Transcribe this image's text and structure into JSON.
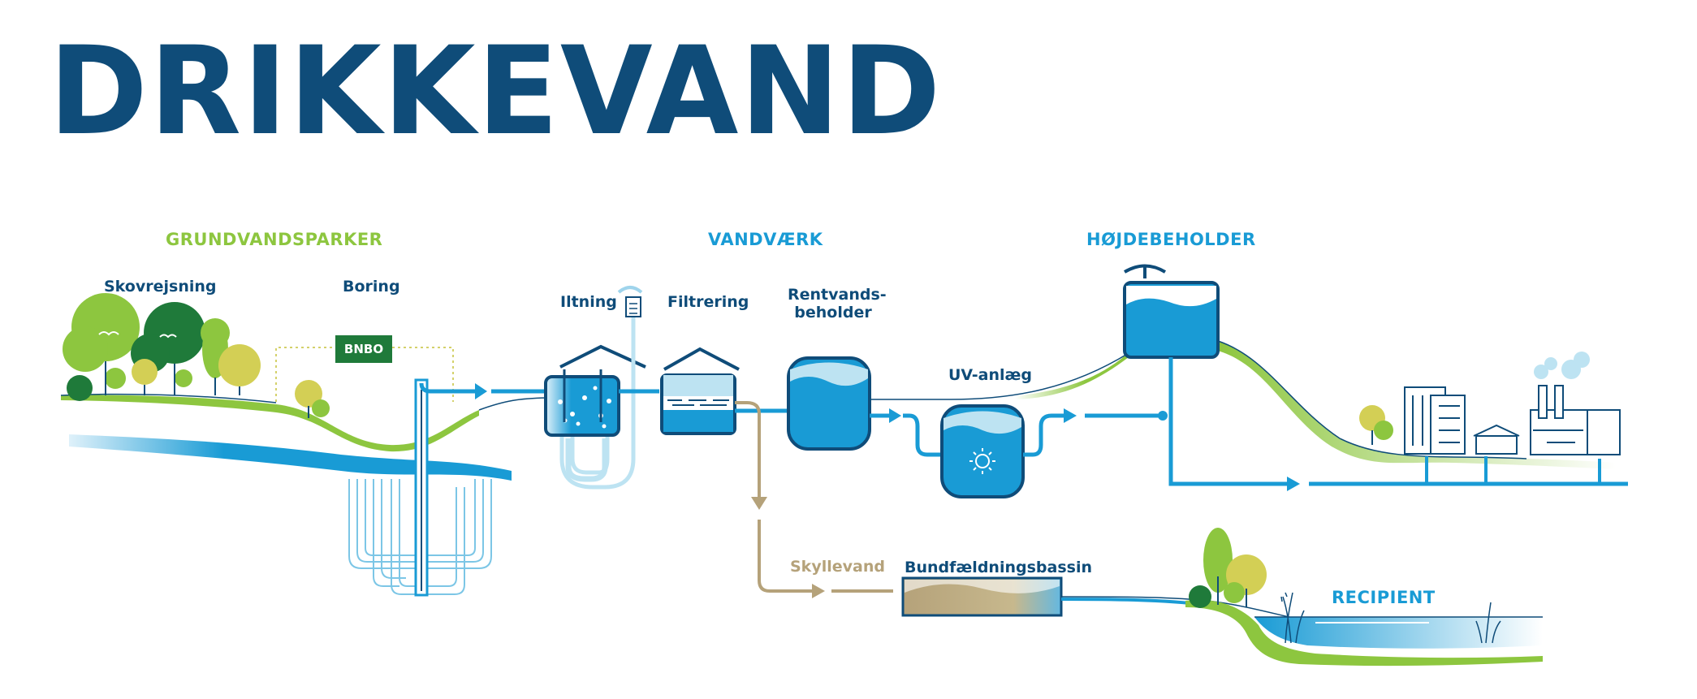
{
  "title": "DRIKKEVAND",
  "sections": {
    "grundvand": "GRUNDVANDSPARKER",
    "vandvaerk": "VANDVÆRK",
    "hojde": "HØJDEBEHOLDER",
    "recipient": "RECIPIENT"
  },
  "labels": {
    "skovrejsning": "Skovrejsning",
    "boring": "Boring",
    "bnbo": "BNBO",
    "iltning": "Iltning",
    "filtrering": "Filtrering",
    "rentvands_1": "Rentvands-",
    "rentvands_2": "beholder",
    "uv": "UV-anlæg",
    "skyllevand": "Skyllevand",
    "bundfaeld": "Bundfældningsbassin"
  },
  "colors": {
    "dark_blue": "#0f4c79",
    "water_blue": "#199bd5",
    "light_blue": "#bde3f2",
    "green": "#8dc63f",
    "dark_green": "#1f7a3a",
    "sediment": "#b5a27a"
  }
}
